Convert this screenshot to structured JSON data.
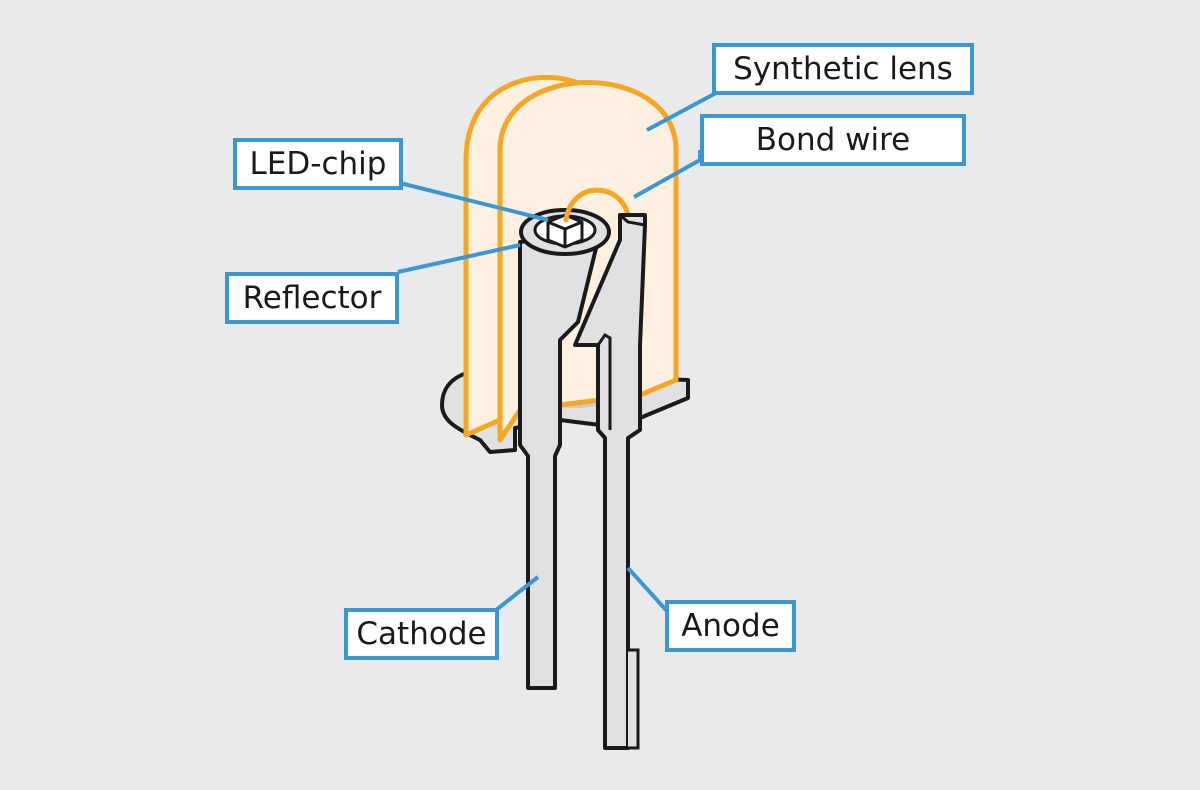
{
  "labels": {
    "synthetic_lens": "Synthetic lens",
    "bond_wire": "Bond wire",
    "led_chip": "LED-chip",
    "reflector": "Reflector",
    "cathode": "Cathode",
    "anode": "Anode"
  },
  "colors": {
    "background": "#e8eaeb",
    "lens_fill": "#fdf0e1",
    "lens_outline": "#f5a623",
    "metal_fill": "#dfe1e2",
    "outline": "#1a1a1a",
    "callout_border": "#3b97d3"
  }
}
